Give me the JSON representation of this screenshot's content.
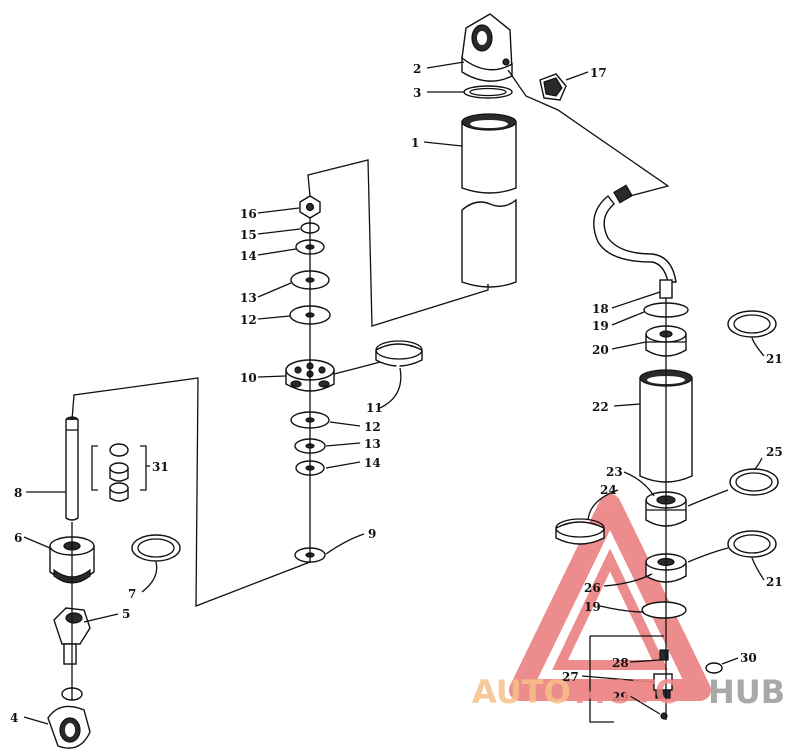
{
  "callouts": [
    {
      "id": "c2",
      "text": "2"
    },
    {
      "id": "c3",
      "text": "3"
    },
    {
      "id": "c1",
      "text": "1"
    },
    {
      "id": "c17",
      "text": "17"
    },
    {
      "id": "c16",
      "text": "16"
    },
    {
      "id": "c15",
      "text": "15"
    },
    {
      "id": "c14a",
      "text": "14"
    },
    {
      "id": "c13a",
      "text": "13"
    },
    {
      "id": "c12a",
      "text": "12"
    },
    {
      "id": "c10",
      "text": "10"
    },
    {
      "id": "c11",
      "text": "11"
    },
    {
      "id": "c12b",
      "text": "12"
    },
    {
      "id": "c13b",
      "text": "13"
    },
    {
      "id": "c14b",
      "text": "14"
    },
    {
      "id": "c9",
      "text": "9"
    },
    {
      "id": "c8",
      "text": "8"
    },
    {
      "id": "c31",
      "text": "31"
    },
    {
      "id": "c6",
      "text": "6"
    },
    {
      "id": "c7",
      "text": "7"
    },
    {
      "id": "c5",
      "text": "5"
    },
    {
      "id": "c4",
      "text": "4"
    },
    {
      "id": "c18",
      "text": "18"
    },
    {
      "id": "c19a",
      "text": "19"
    },
    {
      "id": "c20",
      "text": "20"
    },
    {
      "id": "c21a",
      "text": "21"
    },
    {
      "id": "c22",
      "text": "22"
    },
    {
      "id": "c25",
      "text": "25"
    },
    {
      "id": "c23",
      "text": "23"
    },
    {
      "id": "c24",
      "text": "24"
    },
    {
      "id": "c21b",
      "text": "21"
    },
    {
      "id": "c26",
      "text": "26"
    },
    {
      "id": "c19b",
      "text": "19"
    },
    {
      "id": "c28",
      "text": "28"
    },
    {
      "id": "c30",
      "text": "30"
    },
    {
      "id": "c27",
      "text": "27"
    },
    {
      "id": "c29",
      "text": "29"
    }
  ],
  "watermark": {
    "word_left": "AUTO",
    "word_mid": "MOTO",
    "word_right": "HUB",
    "color_left": "#f6c08a",
    "color_mid": "#f08a8a",
    "color_right": "#9a9a9a",
    "triangle_color": "#e03030"
  }
}
